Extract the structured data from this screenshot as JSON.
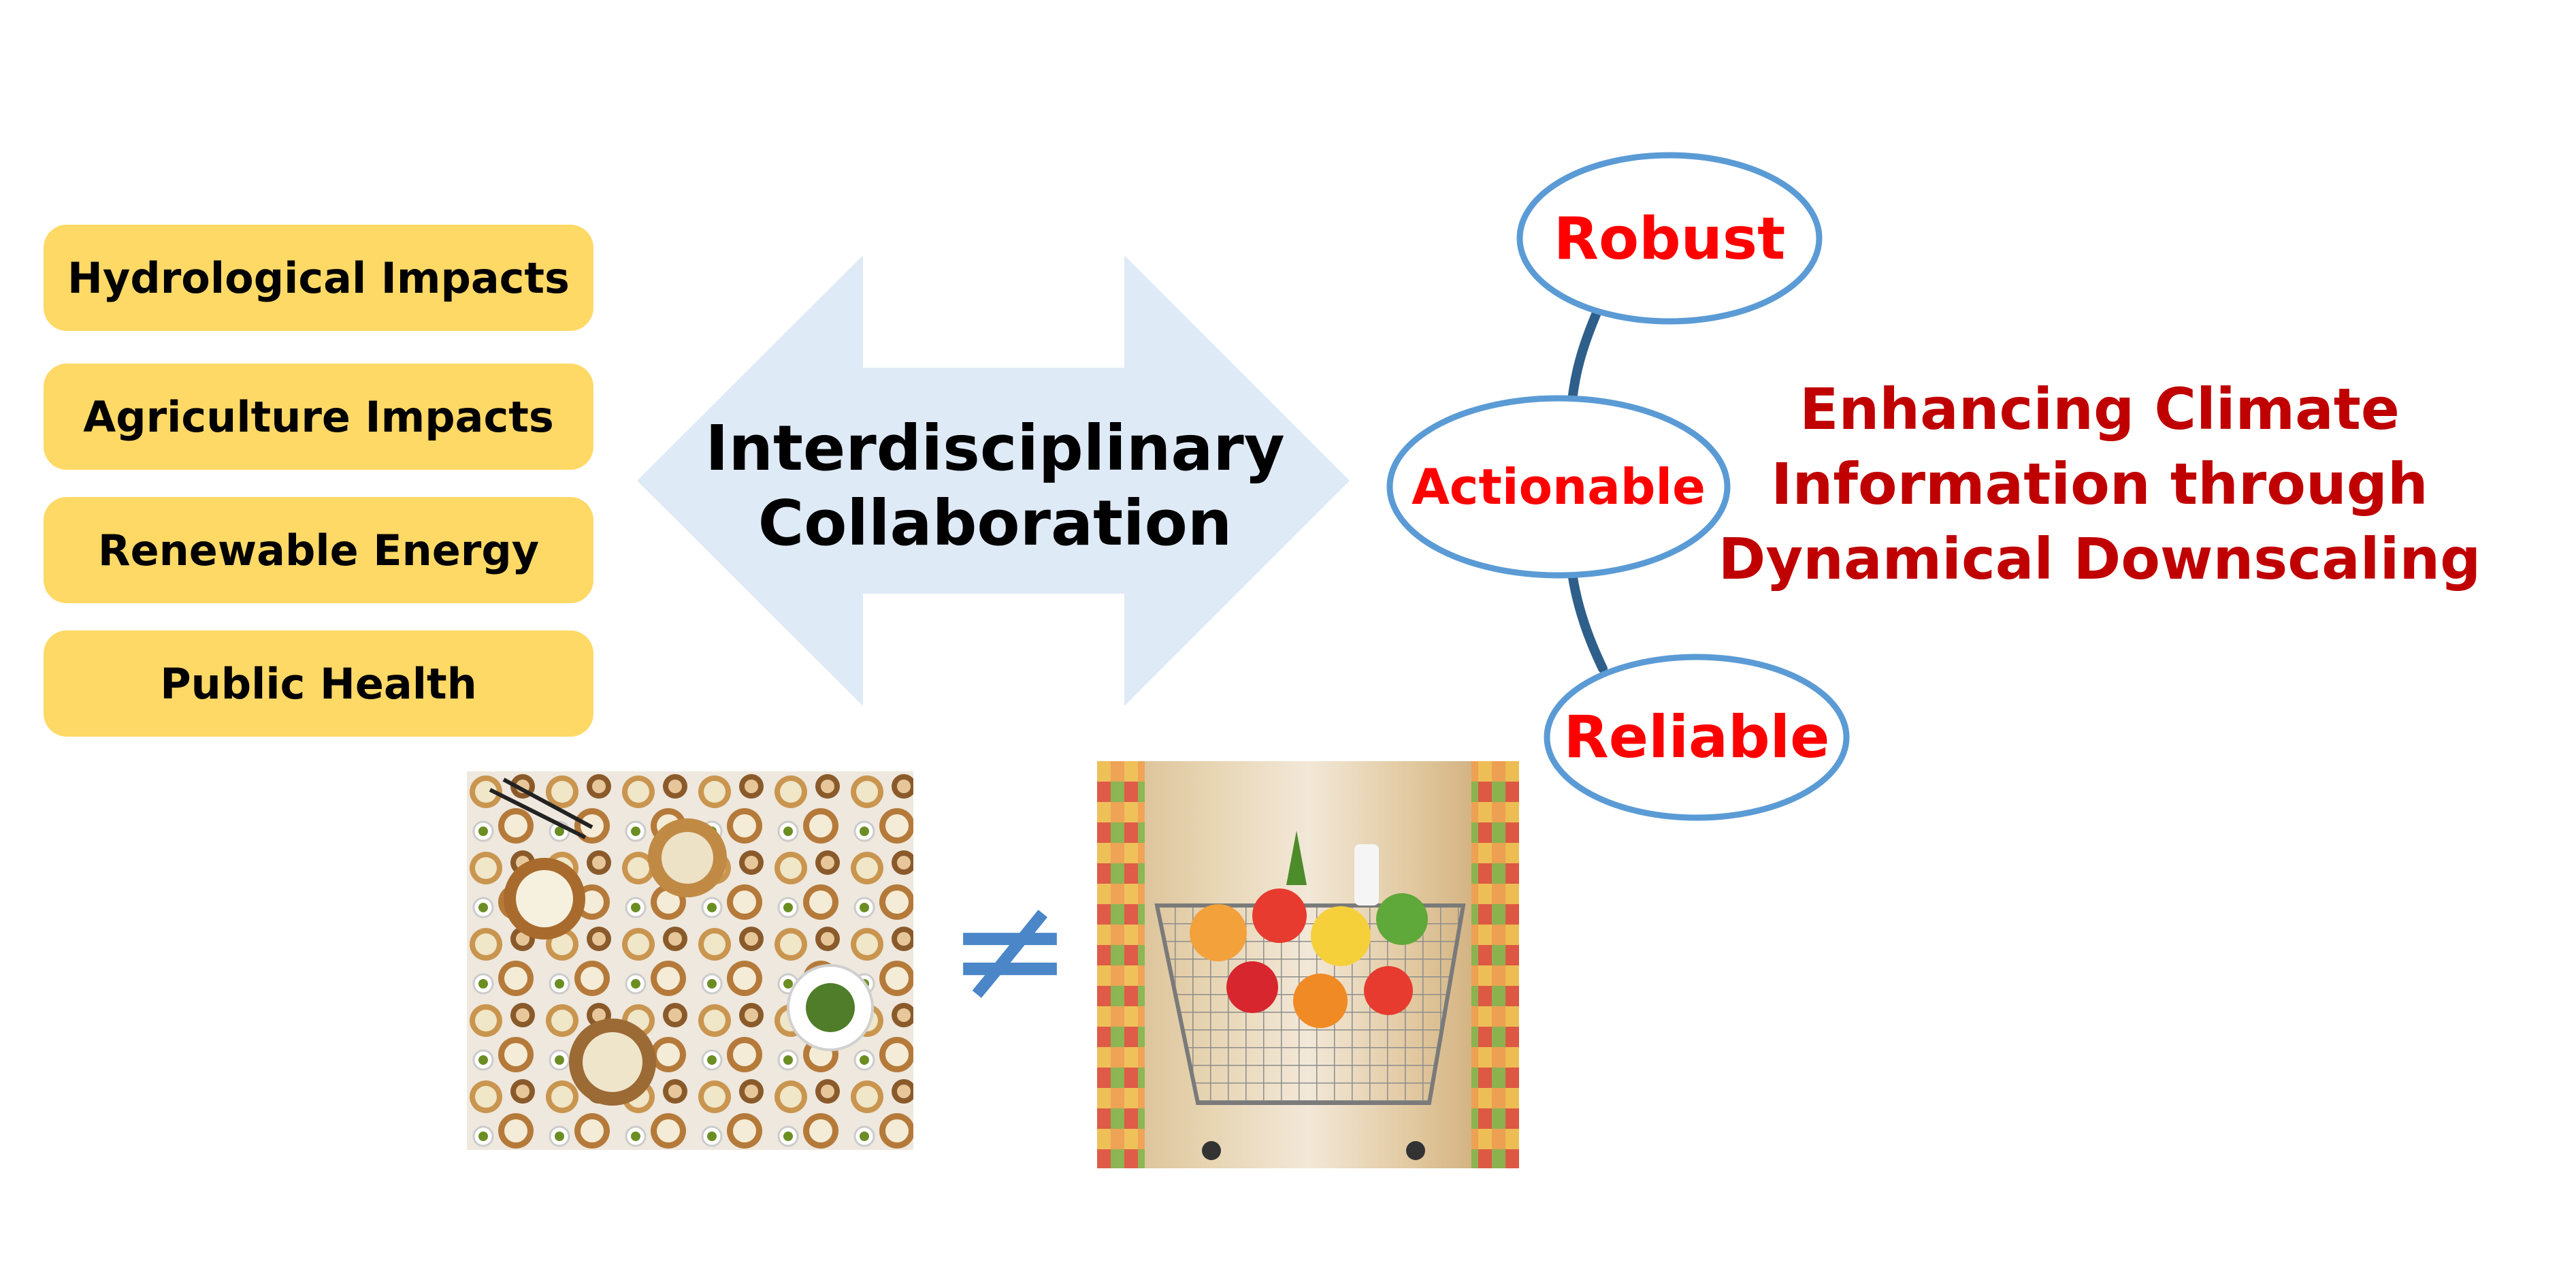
{
  "impacts": [
    {
      "label": "Hydrological Impacts"
    },
    {
      "label": "Agriculture Impacts"
    },
    {
      "label": "Renewable Energy"
    },
    {
      "label": "Public Health"
    }
  ],
  "center": {
    "line1": "Interdisciplinary",
    "line2": "Collaboration"
  },
  "qualities": {
    "robust": "Robust",
    "actionable": "Actionable",
    "reliable": "Reliable"
  },
  "headline": {
    "line1": "Enhancing Climate",
    "line2": "Information through",
    "line3": "Dynamical Downscaling"
  },
  "comparison": {
    "symbol": "≠",
    "left_image": "dim-sum-table-image",
    "right_image": "grocery-cart-image"
  },
  "colors": {
    "box_fill": "#FFD966",
    "arrow_fill": "#DEEAF6",
    "ellipse_stroke": "#5B9BD5",
    "connector": "#2E5F8A",
    "quality_text": "#FF0000",
    "headline_text": "#C00000",
    "neq_color": "#4A86C8"
  }
}
